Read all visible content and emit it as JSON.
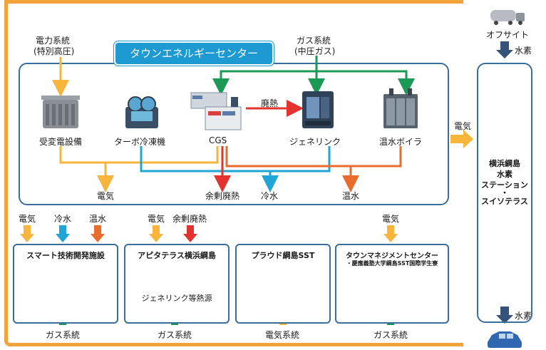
{
  "center": {
    "title": "タウンエネルギーセンター",
    "power_source": "電力系統",
    "power_source_sub": "(特別高圧)",
    "gas_source": "ガス系統",
    "gas_source_sub": "(中圧ガス)"
  },
  "equipment": {
    "substation": "受変電設備",
    "turbo_chiller": "ターボ冷凍機",
    "cgs": "CGS",
    "waste_heat": "廃熱",
    "genelink": "ジェネリンク",
    "boiler": "温水ボイラ"
  },
  "outputs": {
    "electricity": "電気",
    "surplus_heat": "余剰廃熱",
    "cold_water": "冷水",
    "hot_water": "温水"
  },
  "side": {
    "electricity": "電気",
    "offsite": "オフサイト",
    "hydrogen_in": "水素",
    "hydrogen_out": "水素",
    "station_line1": "横浜綱島",
    "station_line2": "水素",
    "station_line3": "ステーション",
    "station_dot": "・",
    "station_line4": "スイソテラス"
  },
  "facilities": {
    "smart": {
      "name": "スマート技術開発施設",
      "in1": "電気",
      "in2": "冷水",
      "in3": "温水",
      "gas": "ガス系統"
    },
    "apita": {
      "name": "アピタテラス横浜綱島",
      "in1": "電気",
      "in2": "余剰廃熱",
      "heat_source": "ジェネリンク等熱源",
      "gas": "ガス系統"
    },
    "proud": {
      "name": "プラウド綱島SST",
      "power": "電気系統"
    },
    "town": {
      "name": "タウンマネジメントセンター",
      "name_sub": "・慶應義塾大学綱島SST国際学生寮",
      "in1": "電気",
      "gas": "ガス系統"
    }
  },
  "colors": {
    "orange_frame": "#f2a43a",
    "electricity": "#f7b53c",
    "cold_water": "#1fa6d6",
    "hot_water": "#ea6c2c",
    "surplus_heat": "#e4322f",
    "gas": "#1a9a55",
    "hydrogen": "#34527a",
    "border_blue": "#3c6e9a",
    "title_blue": "#1e9ad3"
  }
}
